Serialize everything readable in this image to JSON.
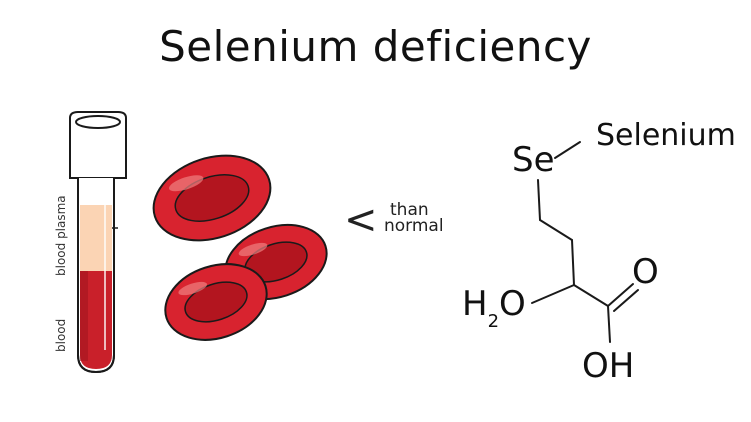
{
  "title": "Selenium deficiency",
  "tube": {
    "plasma_label": "blood plasma",
    "blood_label": "blood"
  },
  "comparison": {
    "symbol": "<",
    "line1": "than",
    "line2": "normal"
  },
  "molecule": {
    "se": "Se",
    "selenium_label": "Selenium",
    "h2o_h": "H",
    "h2o_sub": "2",
    "h2o_o": "O",
    "carbonyl_o": "O",
    "oh": "OH"
  },
  "colors": {
    "blood": "#c9202a",
    "blood_dark": "#a3161f",
    "plasma": "#fbd4b4",
    "cell_fill": "#d8232f",
    "cell_dark": "#b3151f",
    "outline": "#1a1a1a"
  }
}
